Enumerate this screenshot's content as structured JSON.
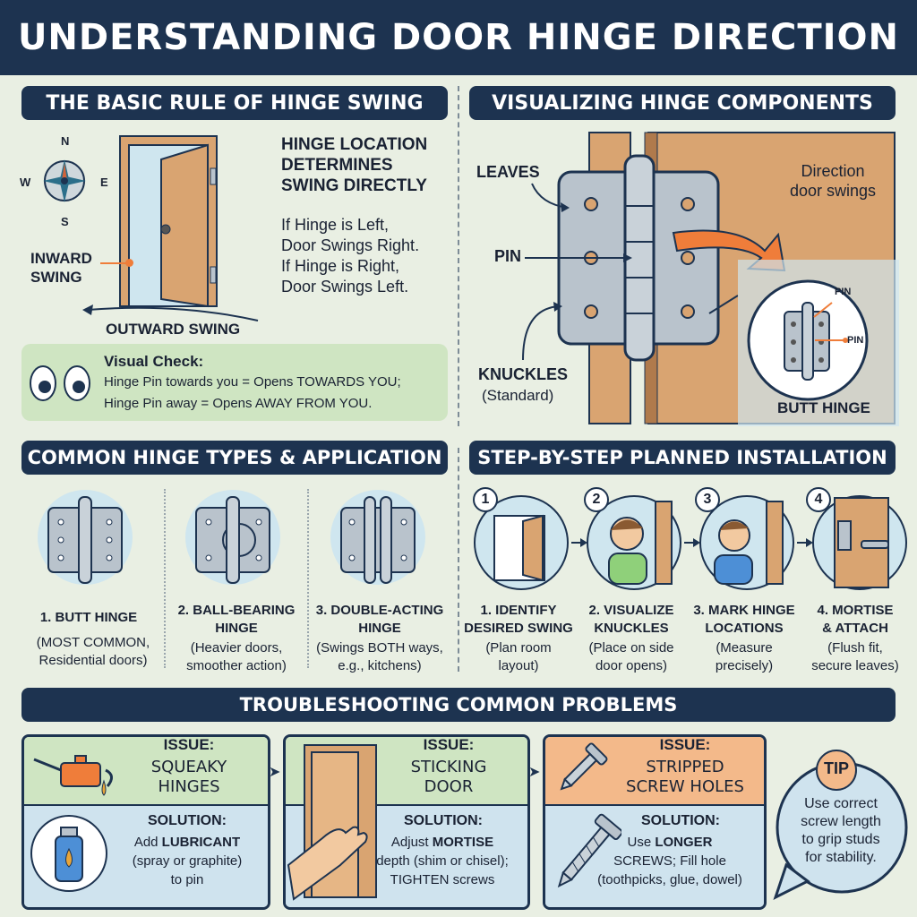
{
  "title": "UNDERSTANDING DOOR HINGE DIRECTION",
  "basic_rule": {
    "header": "THE BASIC RULE OF HINGE SWING",
    "compass": {
      "n": "N",
      "s": "S",
      "e": "E",
      "w": "W"
    },
    "inward_label": "INWARD\nSWING",
    "outward_label": "OUTWARD SWING",
    "heading": "HINGE LOCATION\nDETERMINES\nSWING DIRECTLY",
    "rule_text": "If Hinge is Left,\nDoor Swings Right.\nIf Hinge is Right,\nDoor Swings Left.",
    "visual_check_title": "Visual Check:",
    "visual_check_line1": "Hinge Pin towards you = Opens TOWARDS YOU;",
    "visual_check_line2": "Hinge Pin away = Opens AWAY FROM YOU."
  },
  "components": {
    "header": "VISUALIZING HINGE COMPONENTS",
    "leaves": "LEAVES",
    "pin": "PIN",
    "knuckles": "KNUCKLES",
    "knuckles_sub": "(Standard)",
    "direction": "Direction\ndoor swings",
    "inset_pin_top": "PIN",
    "inset_pin_right": "PIN",
    "inset_caption": "BUTT HINGE"
  },
  "hinge_types": {
    "header": "COMMON HINGE TYPES & APPLICATION",
    "items": [
      {
        "label": "1. BUTT HINGE",
        "desc": "(MOST COMMON,\nResidential doors)"
      },
      {
        "label": "2. BALL-BEARING\nHINGE",
        "desc": "(Heavier doors,\nsmoother action)"
      },
      {
        "label": "3. DOUBLE-ACTING\nHINGE",
        "desc": "(Swings BOTH ways,\ne.g., kitchens)"
      }
    ]
  },
  "installation": {
    "header": "STEP-BY-STEP PLANNED INSTALLATION",
    "steps": [
      {
        "num": "1",
        "label": "1. IDENTIFY\nDESIRED SWING",
        "desc": "(Plan room\nlayout)"
      },
      {
        "num": "2",
        "label": "2. VISUALIZE\nKNUCKLES",
        "desc": "(Place on side\ndoor opens)"
      },
      {
        "num": "3",
        "label": "3. MARK HINGE\nLOCATIONS",
        "desc": "(Measure\nprecisely)"
      },
      {
        "num": "4",
        "label": "4. MORTISE\n& ATTACH",
        "desc": "(Flush fit,\nsecure leaves)"
      }
    ]
  },
  "troubleshooting": {
    "header": "TROUBLESHOOTING COMMON PROBLEMS",
    "cards": [
      {
        "issue_label": "ISSUE:",
        "issue": "SQUEAKY\nHINGES",
        "solution_label": "SOLUTION:",
        "solution_pre": "Add ",
        "solution_bold": "LUBRICANT",
        "solution_post": "\n(spray or graphite)\nto pin"
      },
      {
        "issue_label": "ISSUE:",
        "issue": "STICKING\nDOOR",
        "solution_label": "SOLUTION:",
        "solution_pre": "Adjust ",
        "solution_bold": "MORTISE",
        "solution_post": "\ndepth (shim or chisel);\nTIGHTEN screws"
      },
      {
        "issue_label": "ISSUE:",
        "issue": "STRIPPED\nSCREW HOLES",
        "solution_label": "SOLUTION:",
        "solution_pre": "Use ",
        "solution_bold": "LONGER",
        "solution_post": "\nSCREWS; Fill hole\n(toothpicks, glue, dowel)"
      }
    ],
    "tip_badge": "TIP",
    "tip_text": "Use correct\nscrew length\nto grip studs\nfor stability."
  },
  "colors": {
    "navy": "#1d3350",
    "green_panel": "#cfe5c2",
    "blue_panel": "#cfe3ee",
    "orange_panel": "#f3b98a",
    "wood": "#d9a471",
    "steel": "#b9c3cc",
    "accent_orange": "#ef7d3a"
  }
}
